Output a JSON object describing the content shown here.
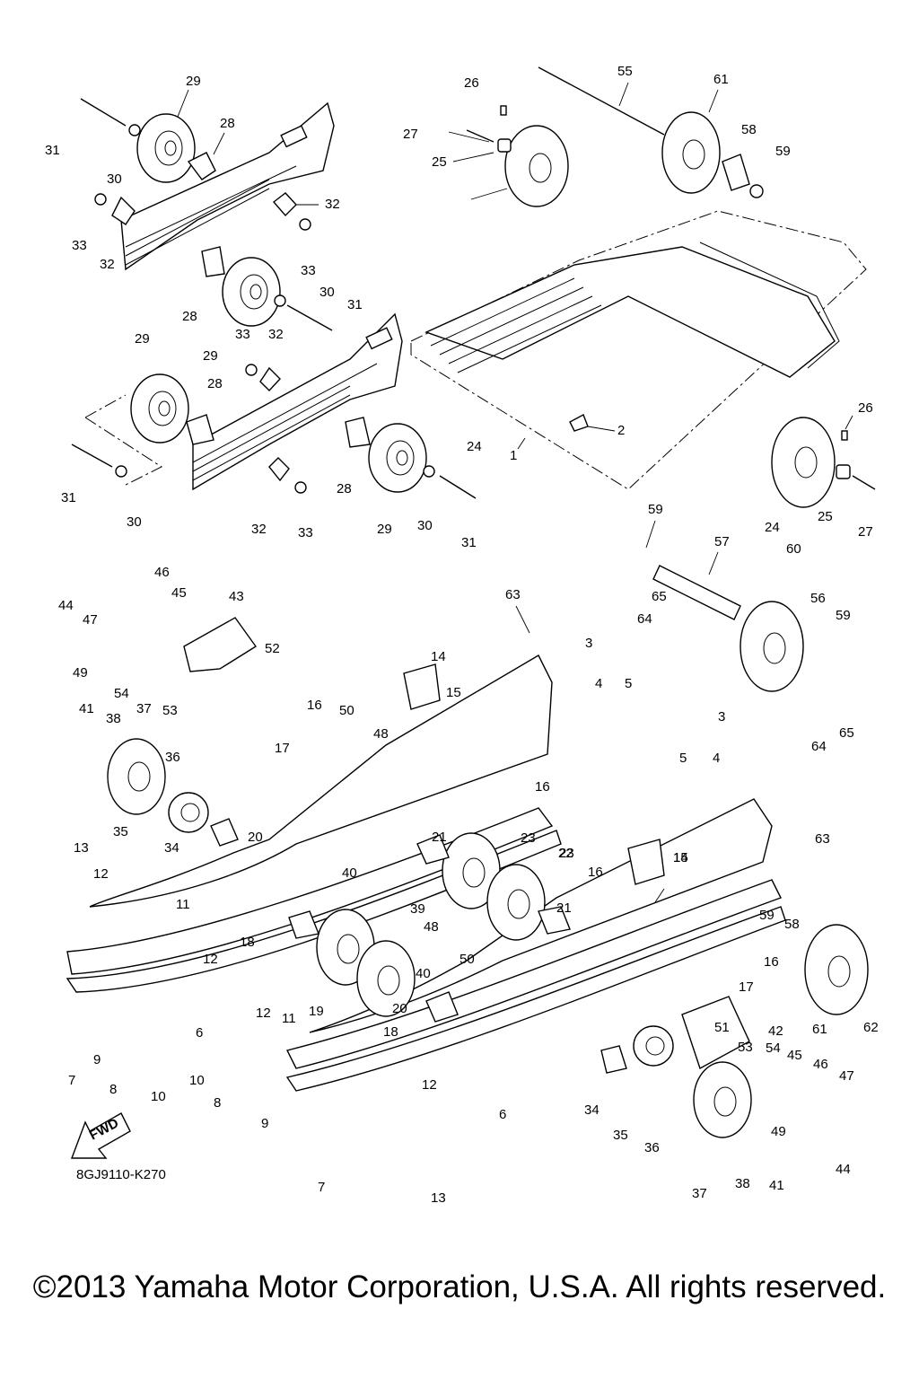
{
  "diagram_code": "8GJ9110-K270",
  "copyright": "©2013 Yamaha Motor Corporation, U.S.A. All rights reserved.",
  "fwd_label": "FWD",
  "callouts": [
    {
      "id": "c1",
      "text": "1"
    },
    {
      "id": "c2",
      "text": "2"
    },
    {
      "id": "c3a",
      "text": "3"
    },
    {
      "id": "c3b",
      "text": "3"
    },
    {
      "id": "c4a",
      "text": "4"
    },
    {
      "id": "c4b",
      "text": "4"
    },
    {
      "id": "c5a",
      "text": "5"
    },
    {
      "id": "c5b",
      "text": "5"
    },
    {
      "id": "c6a",
      "text": "6"
    },
    {
      "id": "c6b",
      "text": "6"
    },
    {
      "id": "c7a",
      "text": "7"
    },
    {
      "id": "c7b",
      "text": "7"
    },
    {
      "id": "c8a",
      "text": "8"
    },
    {
      "id": "c8b",
      "text": "8"
    },
    {
      "id": "c9a",
      "text": "9"
    },
    {
      "id": "c9b",
      "text": "9"
    },
    {
      "id": "c10a",
      "text": "10"
    },
    {
      "id": "c10b",
      "text": "10"
    },
    {
      "id": "c11a",
      "text": "11"
    },
    {
      "id": "c11b",
      "text": "11"
    },
    {
      "id": "c12a",
      "text": "12"
    },
    {
      "id": "c12b",
      "text": "12"
    },
    {
      "id": "c12c",
      "text": "12"
    },
    {
      "id": "c12d",
      "text": "12"
    },
    {
      "id": "c13a",
      "text": "13"
    },
    {
      "id": "c13b",
      "text": "13"
    },
    {
      "id": "c14a",
      "text": "14"
    },
    {
      "id": "c14b",
      "text": "14"
    },
    {
      "id": "c15a",
      "text": "15"
    },
    {
      "id": "c15b",
      "text": "15"
    },
    {
      "id": "c16a",
      "text": "16"
    },
    {
      "id": "c16b",
      "text": "16"
    },
    {
      "id": "c16c",
      "text": "16"
    },
    {
      "id": "c16d",
      "text": "16"
    },
    {
      "id": "c17a",
      "text": "17"
    },
    {
      "id": "c17b",
      "text": "17"
    },
    {
      "id": "c18a",
      "text": "18"
    },
    {
      "id": "c18b",
      "text": "18"
    },
    {
      "id": "c19",
      "text": "19"
    },
    {
      "id": "c20a",
      "text": "20"
    },
    {
      "id": "c20b",
      "text": "20"
    },
    {
      "id": "c21a",
      "text": "21"
    },
    {
      "id": "c21b",
      "text": "21"
    },
    {
      "id": "c22",
      "text": "22"
    },
    {
      "id": "c23a",
      "text": "23"
    },
    {
      "id": "c23b",
      "text": "23"
    },
    {
      "id": "c24a",
      "text": "24"
    },
    {
      "id": "c24b",
      "text": "24"
    },
    {
      "id": "c25a",
      "text": "25"
    },
    {
      "id": "c25b",
      "text": "25"
    },
    {
      "id": "c26a",
      "text": "26"
    },
    {
      "id": "c26b",
      "text": "26"
    },
    {
      "id": "c27a",
      "text": "27"
    },
    {
      "id": "c27b",
      "text": "27"
    },
    {
      "id": "c28a",
      "text": "28"
    },
    {
      "id": "c28b",
      "text": "28"
    },
    {
      "id": "c28c",
      "text": "28"
    },
    {
      "id": "c28d",
      "text": "28"
    },
    {
      "id": "c29a",
      "text": "29"
    },
    {
      "id": "c29b",
      "text": "29"
    },
    {
      "id": "c29c",
      "text": "29"
    },
    {
      "id": "c29d",
      "text": "29"
    },
    {
      "id": "c30a",
      "text": "30"
    },
    {
      "id": "c30b",
      "text": "30"
    },
    {
      "id": "c30c",
      "text": "30"
    },
    {
      "id": "c30d",
      "text": "30"
    },
    {
      "id": "c31a",
      "text": "31"
    },
    {
      "id": "c31b",
      "text": "31"
    },
    {
      "id": "c31c",
      "text": "31"
    },
    {
      "id": "c31d",
      "text": "31"
    },
    {
      "id": "c32a",
      "text": "32"
    },
    {
      "id": "c32b",
      "text": "32"
    },
    {
      "id": "c32c",
      "text": "32"
    },
    {
      "id": "c32d",
      "text": "32"
    },
    {
      "id": "c33a",
      "text": "33"
    },
    {
      "id": "c33b",
      "text": "33"
    },
    {
      "id": "c33c",
      "text": "33"
    },
    {
      "id": "c33d",
      "text": "33"
    },
    {
      "id": "c34a",
      "text": "34"
    },
    {
      "id": "c34b",
      "text": "34"
    },
    {
      "id": "c35a",
      "text": "35"
    },
    {
      "id": "c35b",
      "text": "35"
    },
    {
      "id": "c36a",
      "text": "36"
    },
    {
      "id": "c36b",
      "text": "36"
    },
    {
      "id": "c37a",
      "text": "37"
    },
    {
      "id": "c37b",
      "text": "37"
    },
    {
      "id": "c38a",
      "text": "38"
    },
    {
      "id": "c38b",
      "text": "38"
    },
    {
      "id": "c39",
      "text": "39"
    },
    {
      "id": "c40a",
      "text": "40"
    },
    {
      "id": "c40b",
      "text": "40"
    },
    {
      "id": "c41a",
      "text": "41"
    },
    {
      "id": "c41b",
      "text": "41"
    },
    {
      "id": "c42",
      "text": "42"
    },
    {
      "id": "c43",
      "text": "43"
    },
    {
      "id": "c44a",
      "text": "44"
    },
    {
      "id": "c44b",
      "text": "44"
    },
    {
      "id": "c45a",
      "text": "45"
    },
    {
      "id": "c45b",
      "text": "45"
    },
    {
      "id": "c46a",
      "text": "46"
    },
    {
      "id": "c46b",
      "text": "46"
    },
    {
      "id": "c47a",
      "text": "47"
    },
    {
      "id": "c47b",
      "text": "47"
    },
    {
      "id": "c48a",
      "text": "48"
    },
    {
      "id": "c48b",
      "text": "48"
    },
    {
      "id": "c49a",
      "text": "49"
    },
    {
      "id": "c49b",
      "text": "49"
    },
    {
      "id": "c50a",
      "text": "50"
    },
    {
      "id": "c50b",
      "text": "50"
    },
    {
      "id": "c51",
      "text": "51"
    },
    {
      "id": "c52",
      "text": "52"
    },
    {
      "id": "c53a",
      "text": "53"
    },
    {
      "id": "c53b",
      "text": "53"
    },
    {
      "id": "c54a",
      "text": "54"
    },
    {
      "id": "c54b",
      "text": "54"
    },
    {
      "id": "c55",
      "text": "55"
    },
    {
      "id": "c56",
      "text": "56"
    },
    {
      "id": "c57",
      "text": "57"
    },
    {
      "id": "c58a",
      "text": "58"
    },
    {
      "id": "c58b",
      "text": "58"
    },
    {
      "id": "c59a",
      "text": "59"
    },
    {
      "id": "c59b",
      "text": "59"
    },
    {
      "id": "c59c",
      "text": "59"
    },
    {
      "id": "c59d",
      "text": "59"
    },
    {
      "id": "c60",
      "text": "60"
    },
    {
      "id": "c61a",
      "text": "61"
    },
    {
      "id": "c61b",
      "text": "61"
    },
    {
      "id": "c62",
      "text": "62"
    },
    {
      "id": "c63a",
      "text": "63"
    },
    {
      "id": "c63b",
      "text": "63"
    },
    {
      "id": "c64a",
      "text": "64"
    },
    {
      "id": "c64b",
      "text": "64"
    },
    {
      "id": "c65a",
      "text": "65"
    },
    {
      "id": "c65b",
      "text": "65"
    }
  ]
}
